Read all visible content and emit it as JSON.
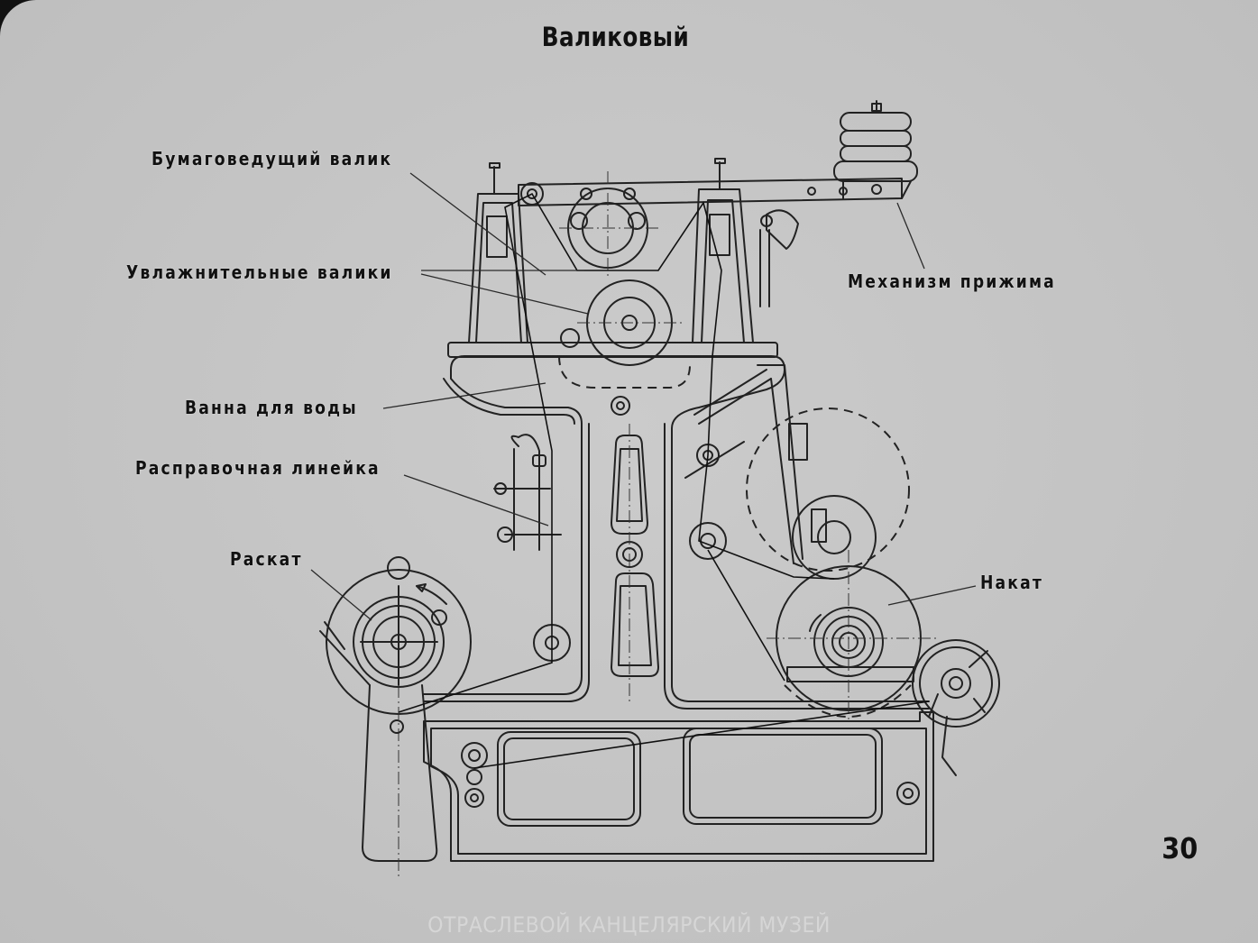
{
  "slide": {
    "title": "Валиковый",
    "page_number": "30",
    "watermark": "ОТРАСЛЕВОЙ КАНЦЕЛЯРСКИЙ МУЗЕЙ"
  },
  "diagram": {
    "subject": "Валиковый",
    "labels": [
      {
        "id": "paper-guide-roller",
        "text": "Бумаговедущий валик"
      },
      {
        "id": "dampening-rollers",
        "text": "Увлажнительные валики"
      },
      {
        "id": "water-bath",
        "text": "Ванна для воды"
      },
      {
        "id": "spreading-bar",
        "text": "Расправочная линейка"
      },
      {
        "id": "unwind",
        "text": "Раскат"
      },
      {
        "id": "pressure-mechanism",
        "text": "Механизм прижима"
      },
      {
        "id": "rewind",
        "text": "Накат"
      }
    ]
  },
  "colors": {
    "background": "#c4c4c4",
    "ink": "#111111",
    "watermark": "#d6d6d6"
  }
}
